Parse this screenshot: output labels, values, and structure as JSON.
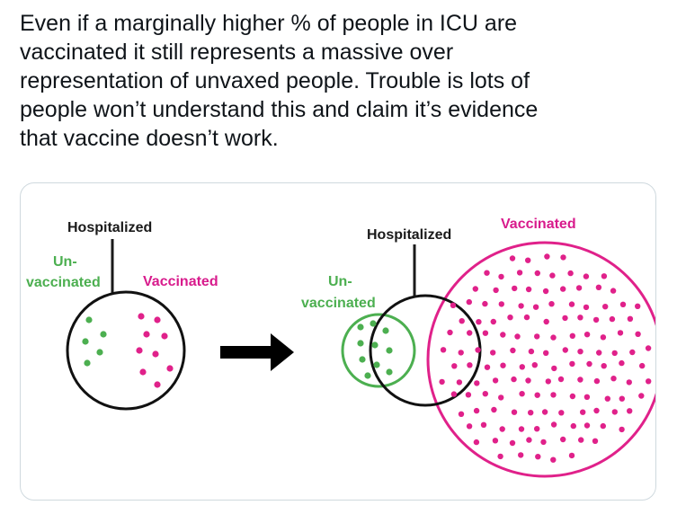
{
  "tweet": {
    "text": "Even if a marginally higher % of people in ICU are\nvaccinated it still represents a massive over\nrepresentation of unvaxed people. Trouble is lots of\npeople won’t understand this and claim it’s evidence\nthat vaccine doesn’t work."
  },
  "diagram": {
    "left": {
      "hospitalized": "Hospitalized",
      "unvaccinated_line1": "Un-",
      "unvaccinated_line2": "vaccinated",
      "vaccinated": "Vaccinated"
    },
    "right": {
      "hospitalized": "Hospitalized",
      "vaccinated": "Vaccinated",
      "unvaccinated_line1": "Un-",
      "unvaccinated_line2": "vaccinated"
    },
    "colors": {
      "unvaccinated": "#4caf50",
      "vaccinated": "#e0218a",
      "hospitalized": "#1a1a1a",
      "arrow": "#000000"
    }
  }
}
